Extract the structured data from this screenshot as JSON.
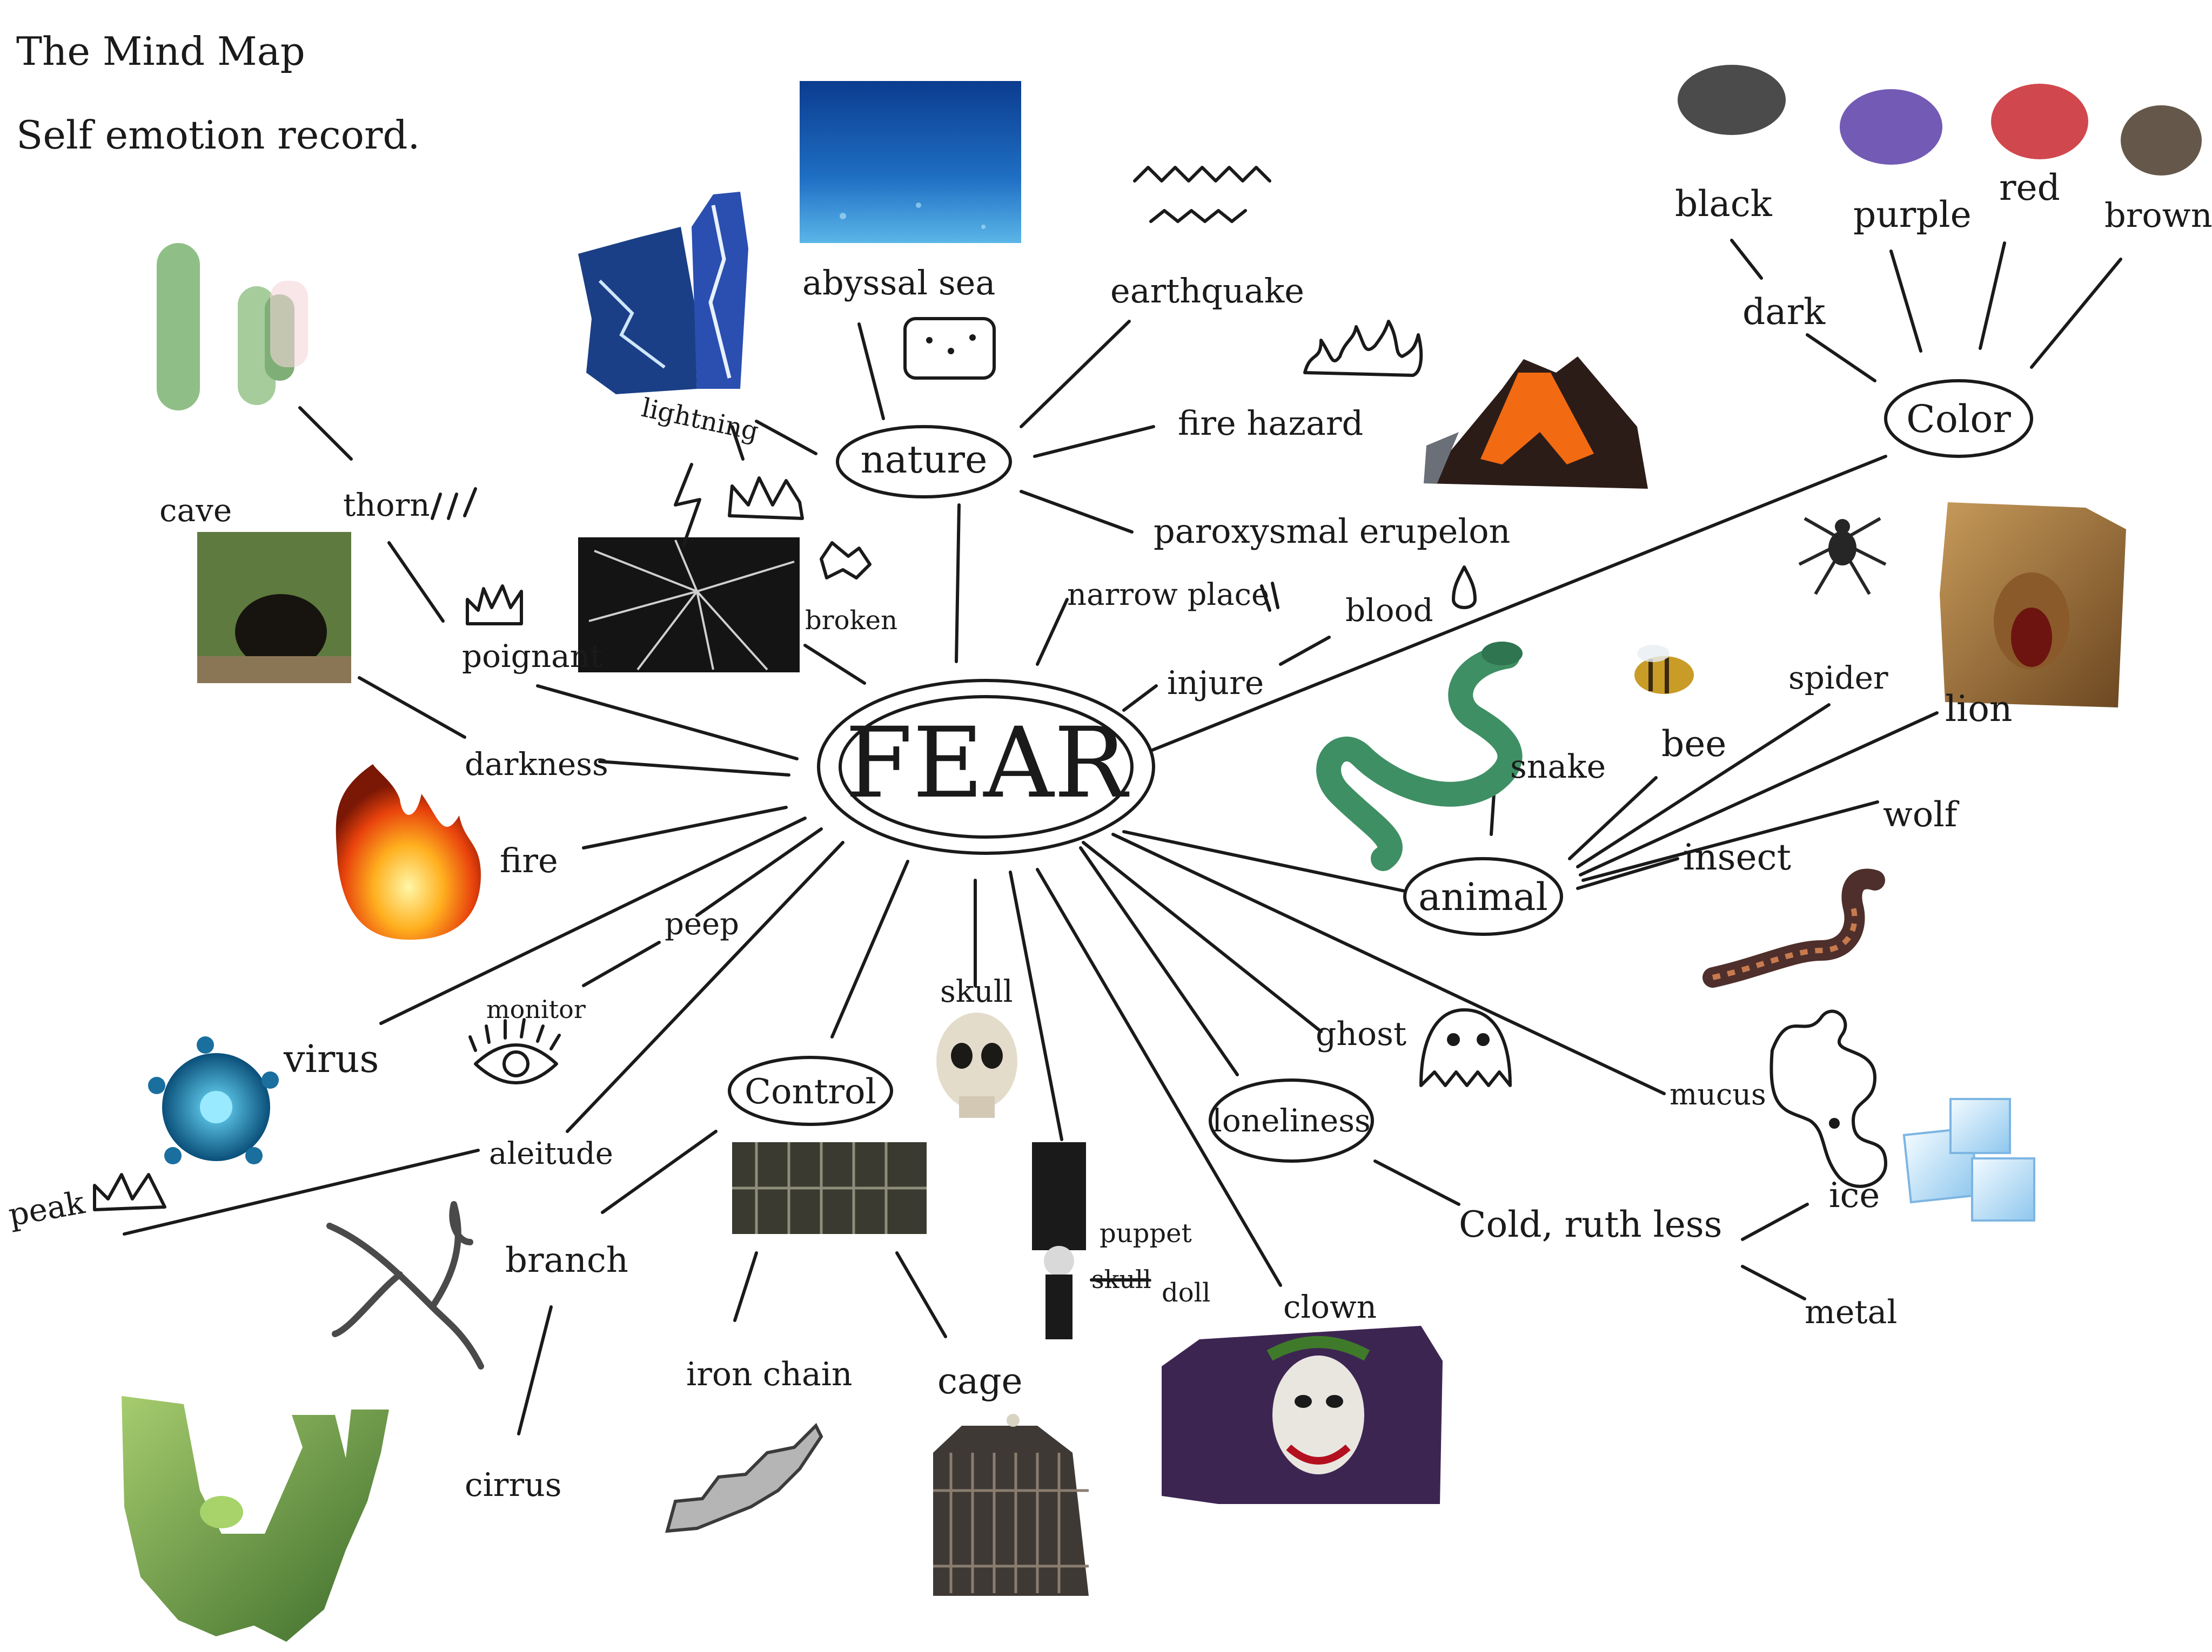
{
  "header": {
    "title": "The Mind Map",
    "subtitle": "Self emotion record."
  },
  "center": {
    "label": "FEAR"
  },
  "branches": {
    "nature": "nature",
    "color": "Color",
    "animal": "animal",
    "control": "Control",
    "loneliness": "loneliness"
  },
  "words": {
    "abyssal_sea": "abyssal sea",
    "earthquake": "earthquake",
    "fire_hazard": "fire hazard",
    "paroxysmal_eruption": "paroxysmal erupelon",
    "lightning": "lightning",
    "broken": "broken",
    "narrow_place": "narrow place",
    "blood": "blood",
    "injure": "injure",
    "cave": "cave",
    "thorn": "thorn",
    "poignant": "poignant",
    "darkness": "darkness",
    "fire": "fire",
    "peep": "peep",
    "monitor": "monitor",
    "virus": "virus",
    "altitude": "aleitude",
    "peak": "peak",
    "branch": "branch",
    "cirrus": "cirrus",
    "iron_chain": "iron chain",
    "cage": "cage",
    "skull": "skull",
    "puppet": "puppet",
    "skull_struck": "skull",
    "doll": "doll",
    "clown": "clown",
    "ghost": "ghost",
    "mucus": "mucus",
    "cold_ruthless": "Cold, ruth less",
    "ice": "ice",
    "metal": "metal",
    "black": "black",
    "purple": "purple",
    "red": "red",
    "brown": "brown",
    "dark": "dark",
    "snake": "snake",
    "bee": "bee",
    "spider": "spider",
    "lion": "lion",
    "wolf": "wolf",
    "insect": "insect"
  },
  "colors": {
    "ink": "#1a1a1a",
    "black_swatch": "#2b2b2b",
    "purple_swatch": "#5a3ea8",
    "red_swatch": "#c8282f",
    "brown_swatch": "#4a3b2c"
  }
}
